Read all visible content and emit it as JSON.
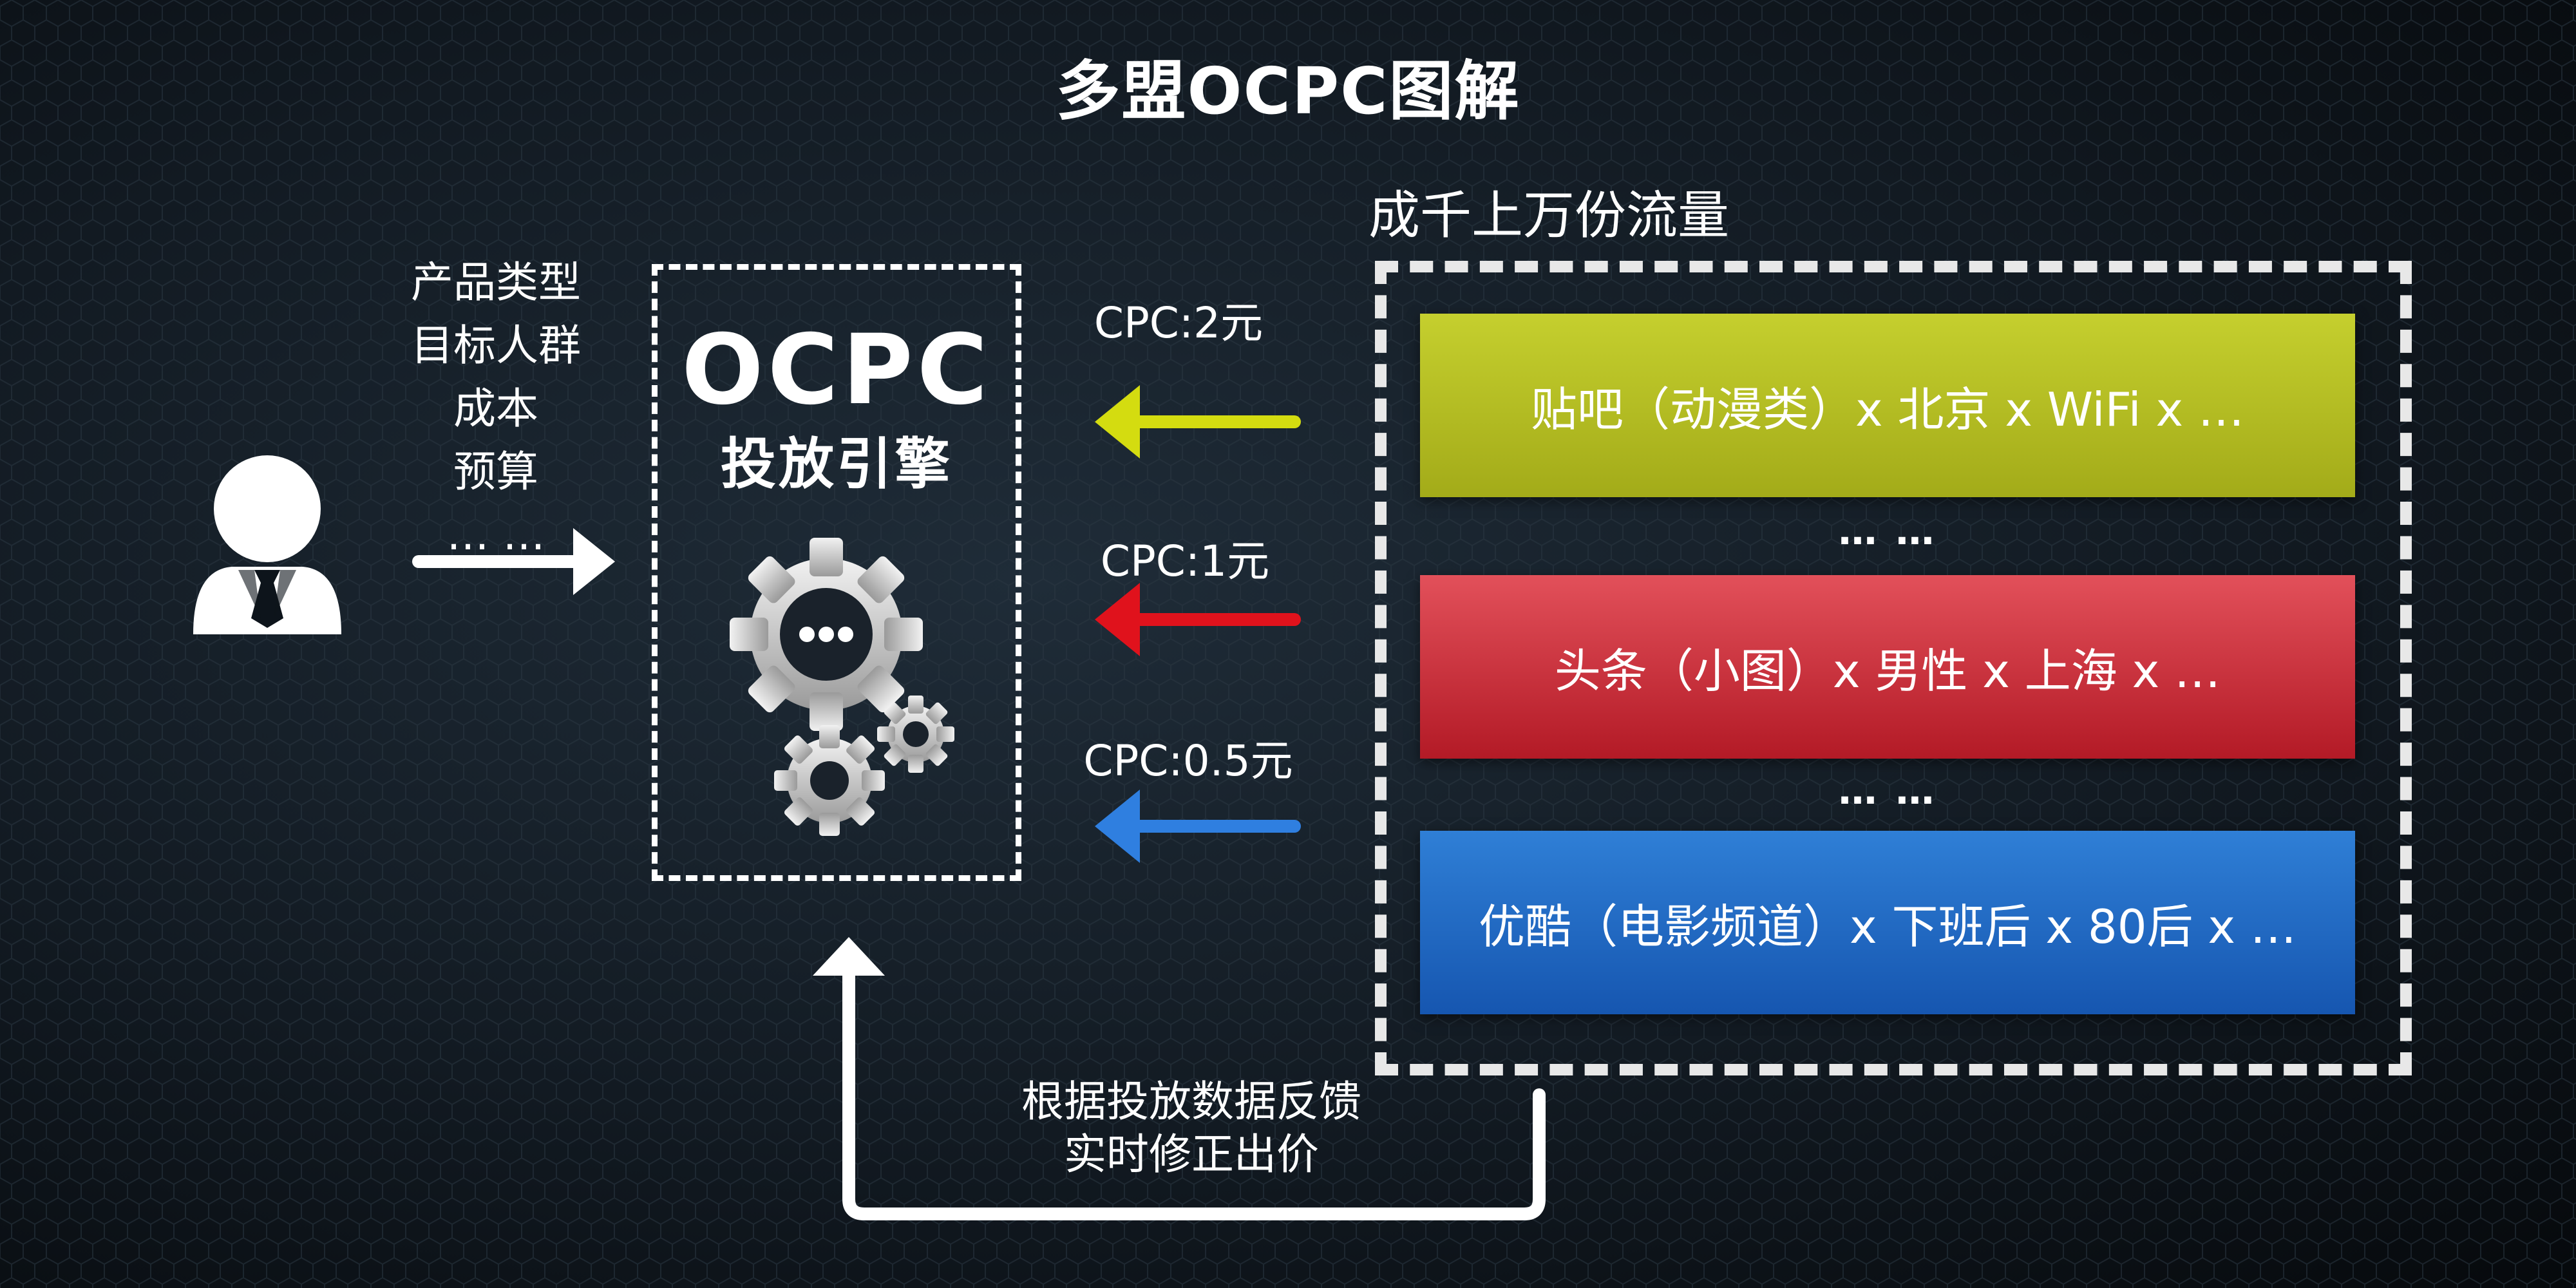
{
  "title": "多盟OCPC图解",
  "traffic_title": "成千上万份流量",
  "advertiser_params": [
    "产品类型",
    "目标人群",
    "成本",
    "预算",
    "… …"
  ],
  "engine": {
    "title": "OCPC",
    "subtitle": "投放引擎"
  },
  "traffic_rows": [
    {
      "cpc": "CPC:2元",
      "label": "贴吧（动漫类）x  北京  x  WiFi  x  …",
      "color": "#b6bf22",
      "arrow_color": "#d4dc10"
    },
    {
      "cpc": "CPC:1元",
      "label": "头条（小图）x  男性  x  上海  x  …",
      "color": "#c92531",
      "arrow_color": "#e0121c"
    },
    {
      "cpc": "CPC:0.5元",
      "label": "优酷（电影频道）x  下班后  x  80后  x  …",
      "color": "#2169c4",
      "arrow_color": "#2f7fe0"
    }
  ],
  "separators": [
    "… …",
    "… …"
  ],
  "feedback": [
    "根据投放数据反馈",
    "实时修正出价"
  ],
  "icons": [
    "user-icon",
    "gear-icon"
  ]
}
